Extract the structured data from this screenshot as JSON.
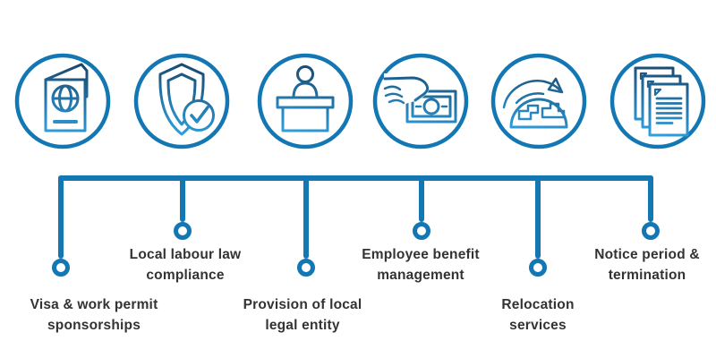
{
  "colors": {
    "connector_line": "#1377b4",
    "icon_gradient_top": "#17456b",
    "icon_gradient_bottom": "#2fa3e2",
    "label_text": "#333333"
  },
  "items": [
    {
      "icon": "passport-icon",
      "label": "Visa & work permit\nsponsorships"
    },
    {
      "icon": "shield-check-icon",
      "label": "Local labour law\ncompliance"
    },
    {
      "icon": "person-desk-icon",
      "label": "Provision of local\nlegal entity"
    },
    {
      "icon": "hand-money-icon",
      "label": "Employee benefit\nmanagement"
    },
    {
      "icon": "globe-arrows-icon",
      "label": "Relocation\nservices"
    },
    {
      "icon": "documents-icon",
      "label": "Notice period &\ntermination"
    }
  ]
}
